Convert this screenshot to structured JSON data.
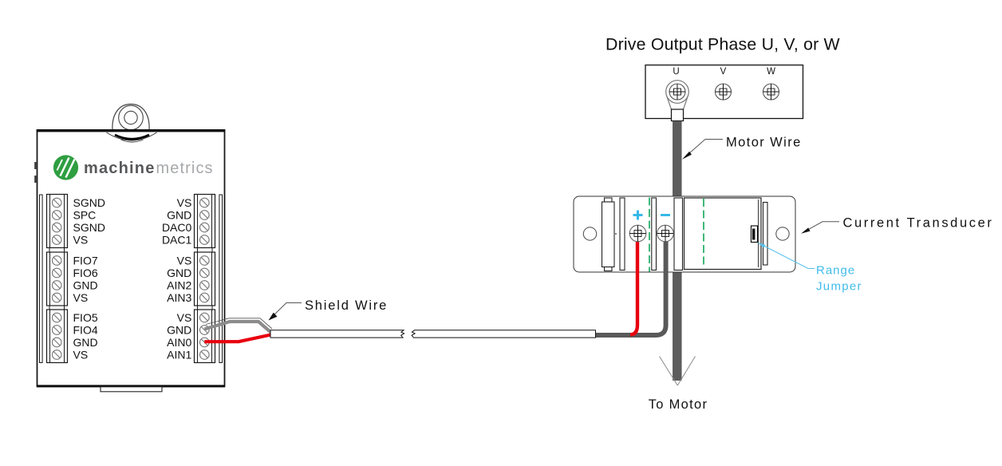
{
  "diagram": {
    "drive": {
      "title": "Drive Output Phase U, V, or W",
      "terminals": [
        "U",
        "V",
        "W"
      ]
    },
    "labels": {
      "motor_wire": "Motor Wire",
      "shield_wire": "Shield Wire",
      "to_motor": "To Motor",
      "current_transducer": "Current Transducer",
      "range_jumper_line1": "Range",
      "range_jumper_line2": "Jumper"
    },
    "device": {
      "brand_bold": "machine",
      "brand_light": "metrics",
      "left_labels": [
        [
          "SGND",
          "SPC",
          "SGND",
          "VS"
        ],
        [
          "FIO7",
          "FIO6",
          "GND",
          "VS"
        ],
        [
          "FIO5",
          "FIO4",
          "GND",
          "VS"
        ]
      ],
      "right_labels": [
        [
          "VS",
          "GND",
          "DAC0",
          "DAC1"
        ],
        [
          "VS",
          "GND",
          "AIN2",
          "AIN3"
        ],
        [
          "VS",
          "GND",
          "AIN0",
          "AIN1"
        ]
      ]
    },
    "colors": {
      "red_wire": "#e8000e",
      "dark_wire": "#595959",
      "shield_wire": "#8c8c8c",
      "cyan_accent": "#3fbcec",
      "range_dash_green": "#00a14e",
      "logo_green": "#2f9e41"
    }
  }
}
